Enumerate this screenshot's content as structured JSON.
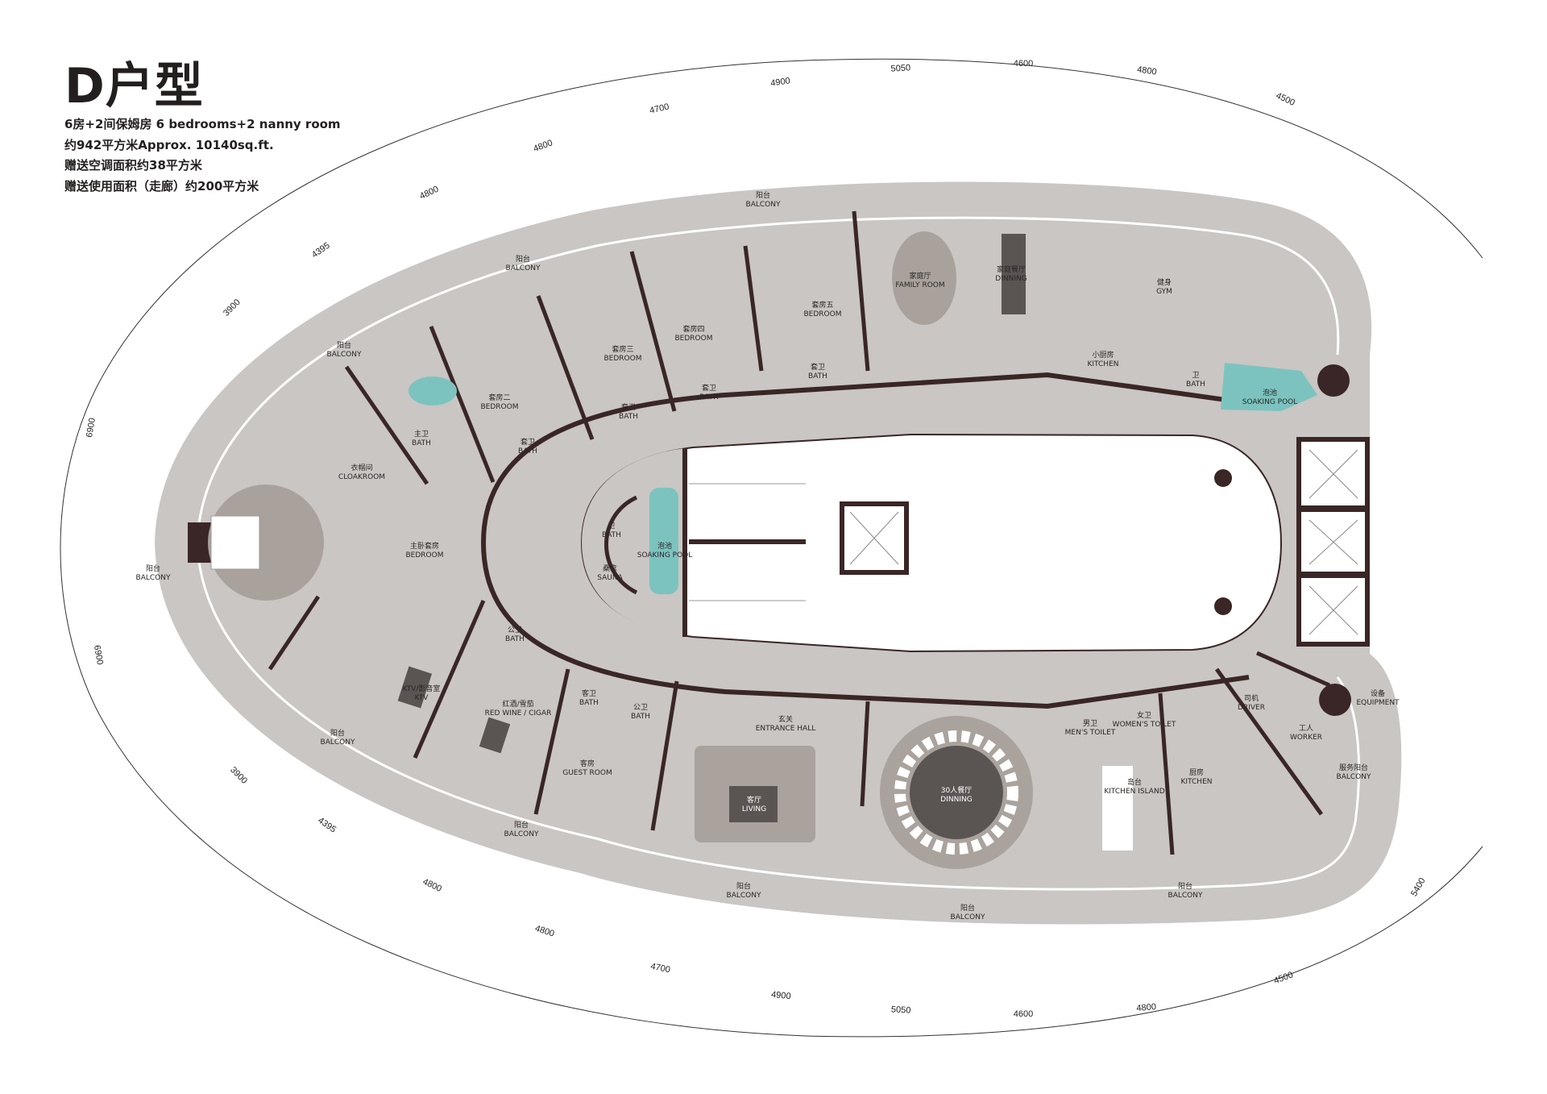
{
  "header": {
    "title": "D户型",
    "lines": [
      "6房+2间保姆房 6 bedrooms+2 nanny room",
      "约942平方米Approx. 10140sq.ft.",
      "赠送空调面积约38平方米",
      "赠送使用面积（走廊）约200平方米"
    ]
  },
  "rooms": [
    {
      "cn": "阳台",
      "en": "BALCONY"
    },
    {
      "cn": "阳台",
      "en": "BALCONY"
    },
    {
      "cn": "阳台",
      "en": "BALCONY"
    },
    {
      "cn": "阳台",
      "en": "BALCONY"
    },
    {
      "cn": "阳台",
      "en": "BALCONY"
    },
    {
      "cn": "阳台",
      "en": "BALCONY"
    },
    {
      "cn": "阳台",
      "en": "BALCONY"
    },
    {
      "cn": "阳台",
      "en": "BALCONY"
    },
    {
      "cn": "阳台",
      "en": "BALCONY"
    },
    {
      "cn": "服务阳台",
      "en": "BALCONY"
    },
    {
      "cn": "设备",
      "en": "EQUIPMENT"
    },
    {
      "cn": "套房二",
      "en": "BEDROOM"
    },
    {
      "cn": "套房三",
      "en": "BEDROOM"
    },
    {
      "cn": "套房四",
      "en": "BEDROOM"
    },
    {
      "cn": "套房五",
      "en": "BEDROOM"
    },
    {
      "cn": "家庭厅",
      "en": "FAMILY ROOM"
    },
    {
      "cn": "家庭餐厅",
      "en": "DINNING"
    },
    {
      "cn": "健身",
      "en": "GYM"
    },
    {
      "cn": "小厨房",
      "en": "KITCHEN"
    },
    {
      "cn": "卫",
      "en": "BATH"
    },
    {
      "cn": "泡池",
      "en": "SOAKING POOL"
    },
    {
      "cn": "主卫",
      "en": "BATH"
    },
    {
      "cn": "套卫",
      "en": "BATH"
    },
    {
      "cn": "套卫",
      "en": "BATH"
    },
    {
      "cn": "套卫",
      "en": "BATH"
    },
    {
      "cn": "套卫",
      "en": "BATH"
    },
    {
      "cn": "衣帽间",
      "en": "CLOAKROOM"
    },
    {
      "cn": "主卧套房",
      "en": "BEDROOM"
    },
    {
      "cn": "卫",
      "en": "BATH"
    },
    {
      "cn": "桑拿",
      "en": "SAUNA"
    },
    {
      "cn": "泡池",
      "en": "SOAKING POOL"
    },
    {
      "cn": "公卫",
      "en": "BATH"
    },
    {
      "cn": "KTV/影音室",
      "en": "KTV"
    },
    {
      "cn": "红酒/雪茄",
      "en": "RED WINE / CIGAR"
    },
    {
      "cn": "客卫",
      "en": "BATH"
    },
    {
      "cn": "公卫",
      "en": "BATH"
    },
    {
      "cn": "客房",
      "en": "GUEST ROOM"
    },
    {
      "cn": "玄关",
      "en": "ENTRANCE HALL"
    },
    {
      "cn": "客厅",
      "en": "LIVING"
    },
    {
      "cn": "30人餐厅",
      "en": "DINNING"
    },
    {
      "cn": "男卫",
      "en": "MEN'S TOILET"
    },
    {
      "cn": "女卫",
      "en": "WOMEN'S TOILET"
    },
    {
      "cn": "岛台",
      "en": "KITCHEN ISLAND"
    },
    {
      "cn": "厨房",
      "en": "KITCHEN"
    },
    {
      "cn": "司机",
      "en": "DRIVER"
    },
    {
      "cn": "工人",
      "en": "WORKER"
    }
  ],
  "dimensions": {
    "top": [
      "4500",
      "4800",
      "4600",
      "5050",
      "4900",
      "4700",
      "4800",
      "4800",
      "4395",
      "3900",
      "6900"
    ],
    "bottom": [
      "6900",
      "3900",
      "4395",
      "4800",
      "4800",
      "4700",
      "4900",
      "5050",
      "4600",
      "4800",
      "4500",
      "5400"
    ]
  },
  "colors": {
    "floor": "#c9c6c3",
    "wall": "#3a2626",
    "pool": "#7cc3bf",
    "core": "#ffffff",
    "rug": "#a9a29c",
    "table": "#5a5553"
  }
}
